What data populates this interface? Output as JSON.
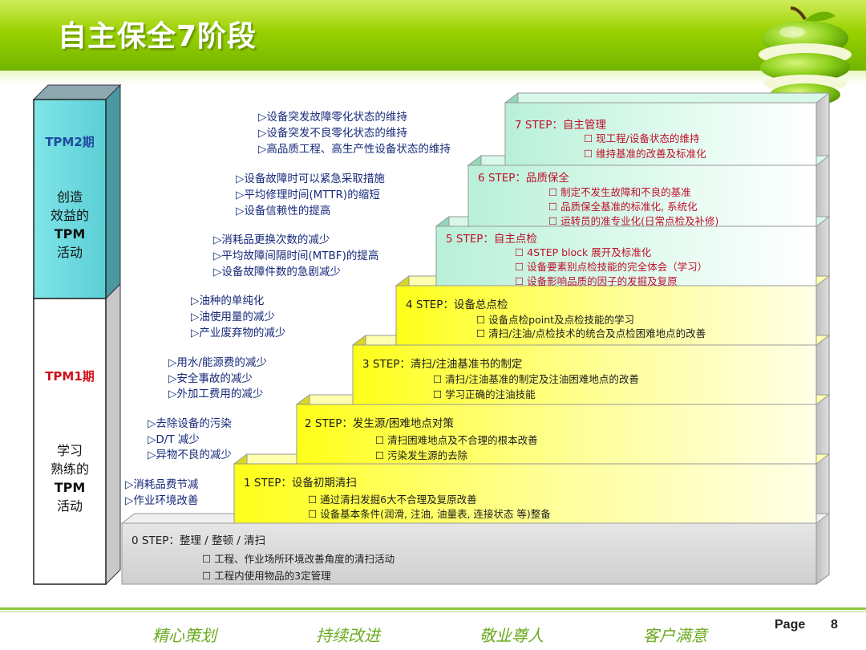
{
  "title": "自主保全7阶段",
  "left_column": {
    "top_phase_label": "TPM2期",
    "top_phase_text": [
      "创造",
      "效益的",
      "TPM",
      "活动"
    ],
    "bottom_phase_label": "TPM1期",
    "bottom_phase_text": [
      "学习",
      "熟练的",
      "TPM",
      "活动"
    ]
  },
  "steps": [
    {
      "head": "0 STEP：整理 / 整顿 / 清扫",
      "items": [
        "☐  工程、作业场所环境改善角度的清扫活动",
        "☐  工程内使用物品的3定管理"
      ]
    },
    {
      "head": "1 STEP：设备初期清扫",
      "items": [
        "☐ 通过清扫发掘6大不合理及复原改善",
        "☐  设备基本条件(润滑, 注油, 油量表,  连接状态  等)整备"
      ]
    },
    {
      "head": "2 STEP：发生源/困难地点对策",
      "items": [
        "☐  清扫困难地点及不合理的根本改善",
        "☐  污染发生源的去除"
      ]
    },
    {
      "head": "3 STEP：清扫/注油基准书的制定",
      "items": [
        "☐  清扫/注油基准的制定及注油困难地点的改善",
        "☐  学习正确的注油技能"
      ]
    },
    {
      "head": "4 STEP：设备总点检",
      "items": [
        "☐  设备点检point及点检技能的学习",
        "☐  清扫/注油/点检技术的统合及点检困难地点的改善"
      ]
    },
    {
      "head": "5 STEP：自主点检",
      "items": [
        "☐    4STEP block 展开及标准化",
        "☐  设备要素别点检技能的完全体会（学习）",
        "☐  设备影响品质的因子的发掘及复原"
      ]
    },
    {
      "head": "6 STEP：品质保全",
      "items": [
        "☐  制定不发生故障和不良的基准",
        "☐  品质保全基准的标准化, 系统化",
        "☐  运转员的准专业化(日常点检及补修)"
      ]
    },
    {
      "head": "7 STEP：自主管理",
      "items": [
        "☐  现工程/设备状态的维持",
        "☐  维持基准的改善及标准化"
      ]
    }
  ],
  "bullet_groups": [
    [
      "▷消耗品费节减",
      "▷作业环境改善"
    ],
    [
      "▷去除设备的污染",
      "▷D/T 减少",
      "▷异物不良的减少"
    ],
    [
      "▷用水/能源费的减少",
      "▷安全事故的减少",
      "▷外加工费用的减少"
    ],
    [
      "▷油种的单纯化",
      "▷油使用量的减少",
      "▷产业废弃物的减少"
    ],
    [
      "▷消耗品更换次数的减少",
      "▷平均故障间隔时间(MTBF)的提高",
      "▷设备故障件数的急剧减少"
    ],
    [
      "▷设备故障时可以紧急采取措施",
      "▷平均修理时间(MTTR)的缩短",
      "▷设备信赖性的提高"
    ],
    [
      "▷设备突发故障零化状态的维持",
      "▷设备突发不良零化状态的维持",
      "▷高品质工程、高生产性设备状态的维持"
    ]
  ],
  "footer": {
    "slogans": [
      "精心策划",
      "持续改进",
      "敬业尊人",
      "客户满意"
    ],
    "page_label": "Page",
    "page_number": "8"
  },
  "colors": {
    "header_green": "#90cc00",
    "step_gray": "#dcdcdc",
    "step_yellow": "#ffff33",
    "step_mint": "#c8f5e0",
    "step_red_text": "#c0102a",
    "bullet_blue": "#162a7a",
    "slogan_green": "#6aaa1e"
  }
}
